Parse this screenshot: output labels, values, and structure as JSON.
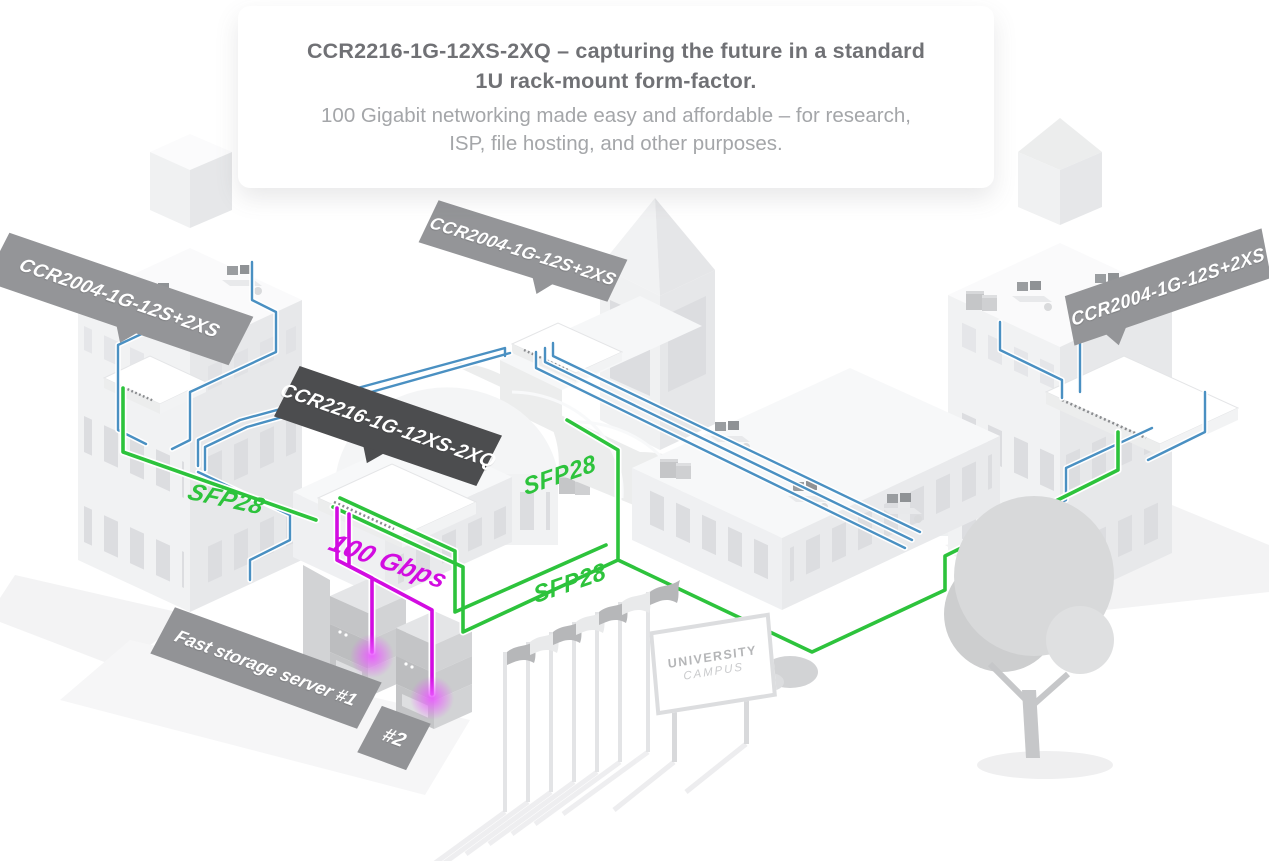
{
  "header": {
    "title_line1": "CCR2216-1G-12XS-2XQ – capturing the future in a standard",
    "title_line2": "1U rack-mount form-factor.",
    "subtitle_line1": "100 Gigabit networking made easy and affordable – for research,",
    "subtitle_line2": "ISP, file hosting, and other purposes."
  },
  "labels": {
    "router_left": "CCR2004-1G-12S+2XS",
    "router_top": "CCR2004-1G-12S+2XS",
    "router_right": "CCR2004-1G-12S+2XS",
    "router_main": "CCR2216-1G-12XS-2XQ",
    "sfp28_left": "SFP28",
    "sfp28_mid": "SFP28",
    "sfp28_bottom": "SFP28",
    "speed": "100 Gbps",
    "storage_primary": "Fast storage server #1",
    "storage_secondary": "#2",
    "sign_line1": "UNIVERSITY",
    "sign_line2": "CAMPUS"
  },
  "colors": {
    "cable_green": "#2dc33c",
    "cable_magenta": "#d20ce1",
    "cable_blue": "#4a90c2",
    "banner_gray": "#949598",
    "banner_dark": "#4c4d4f",
    "title_text": "#707175",
    "subtitle_text": "#a4a6a9"
  }
}
